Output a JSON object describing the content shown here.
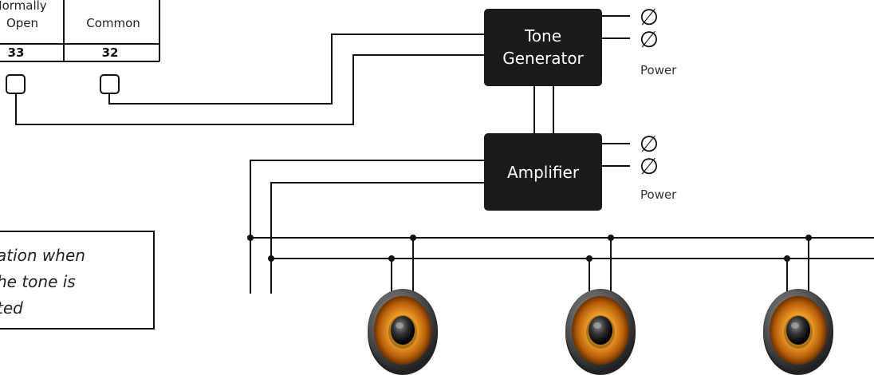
{
  "terminals": {
    "no_label_line1": "Normally",
    "no_label_line2": "Open",
    "common_label": "Common",
    "no_number": "33",
    "common_number": "32"
  },
  "tone_generator": {
    "line1": "Tone",
    "line2": "Generator"
  },
  "amplifier": {
    "label": "Amplifier"
  },
  "power_symbol": "∅",
  "power_label": "Power",
  "note": {
    "line1": "ation when",
    "line2": "he tone is",
    "line3": "ted"
  },
  "icons": {
    "speaker": "speaker-icon",
    "terminal": "terminal-icon"
  },
  "colors": {
    "box": "#1a1a1a",
    "wire": "#111111",
    "speaker_cone": "#e08a1e",
    "speaker_rim": "#444444"
  }
}
